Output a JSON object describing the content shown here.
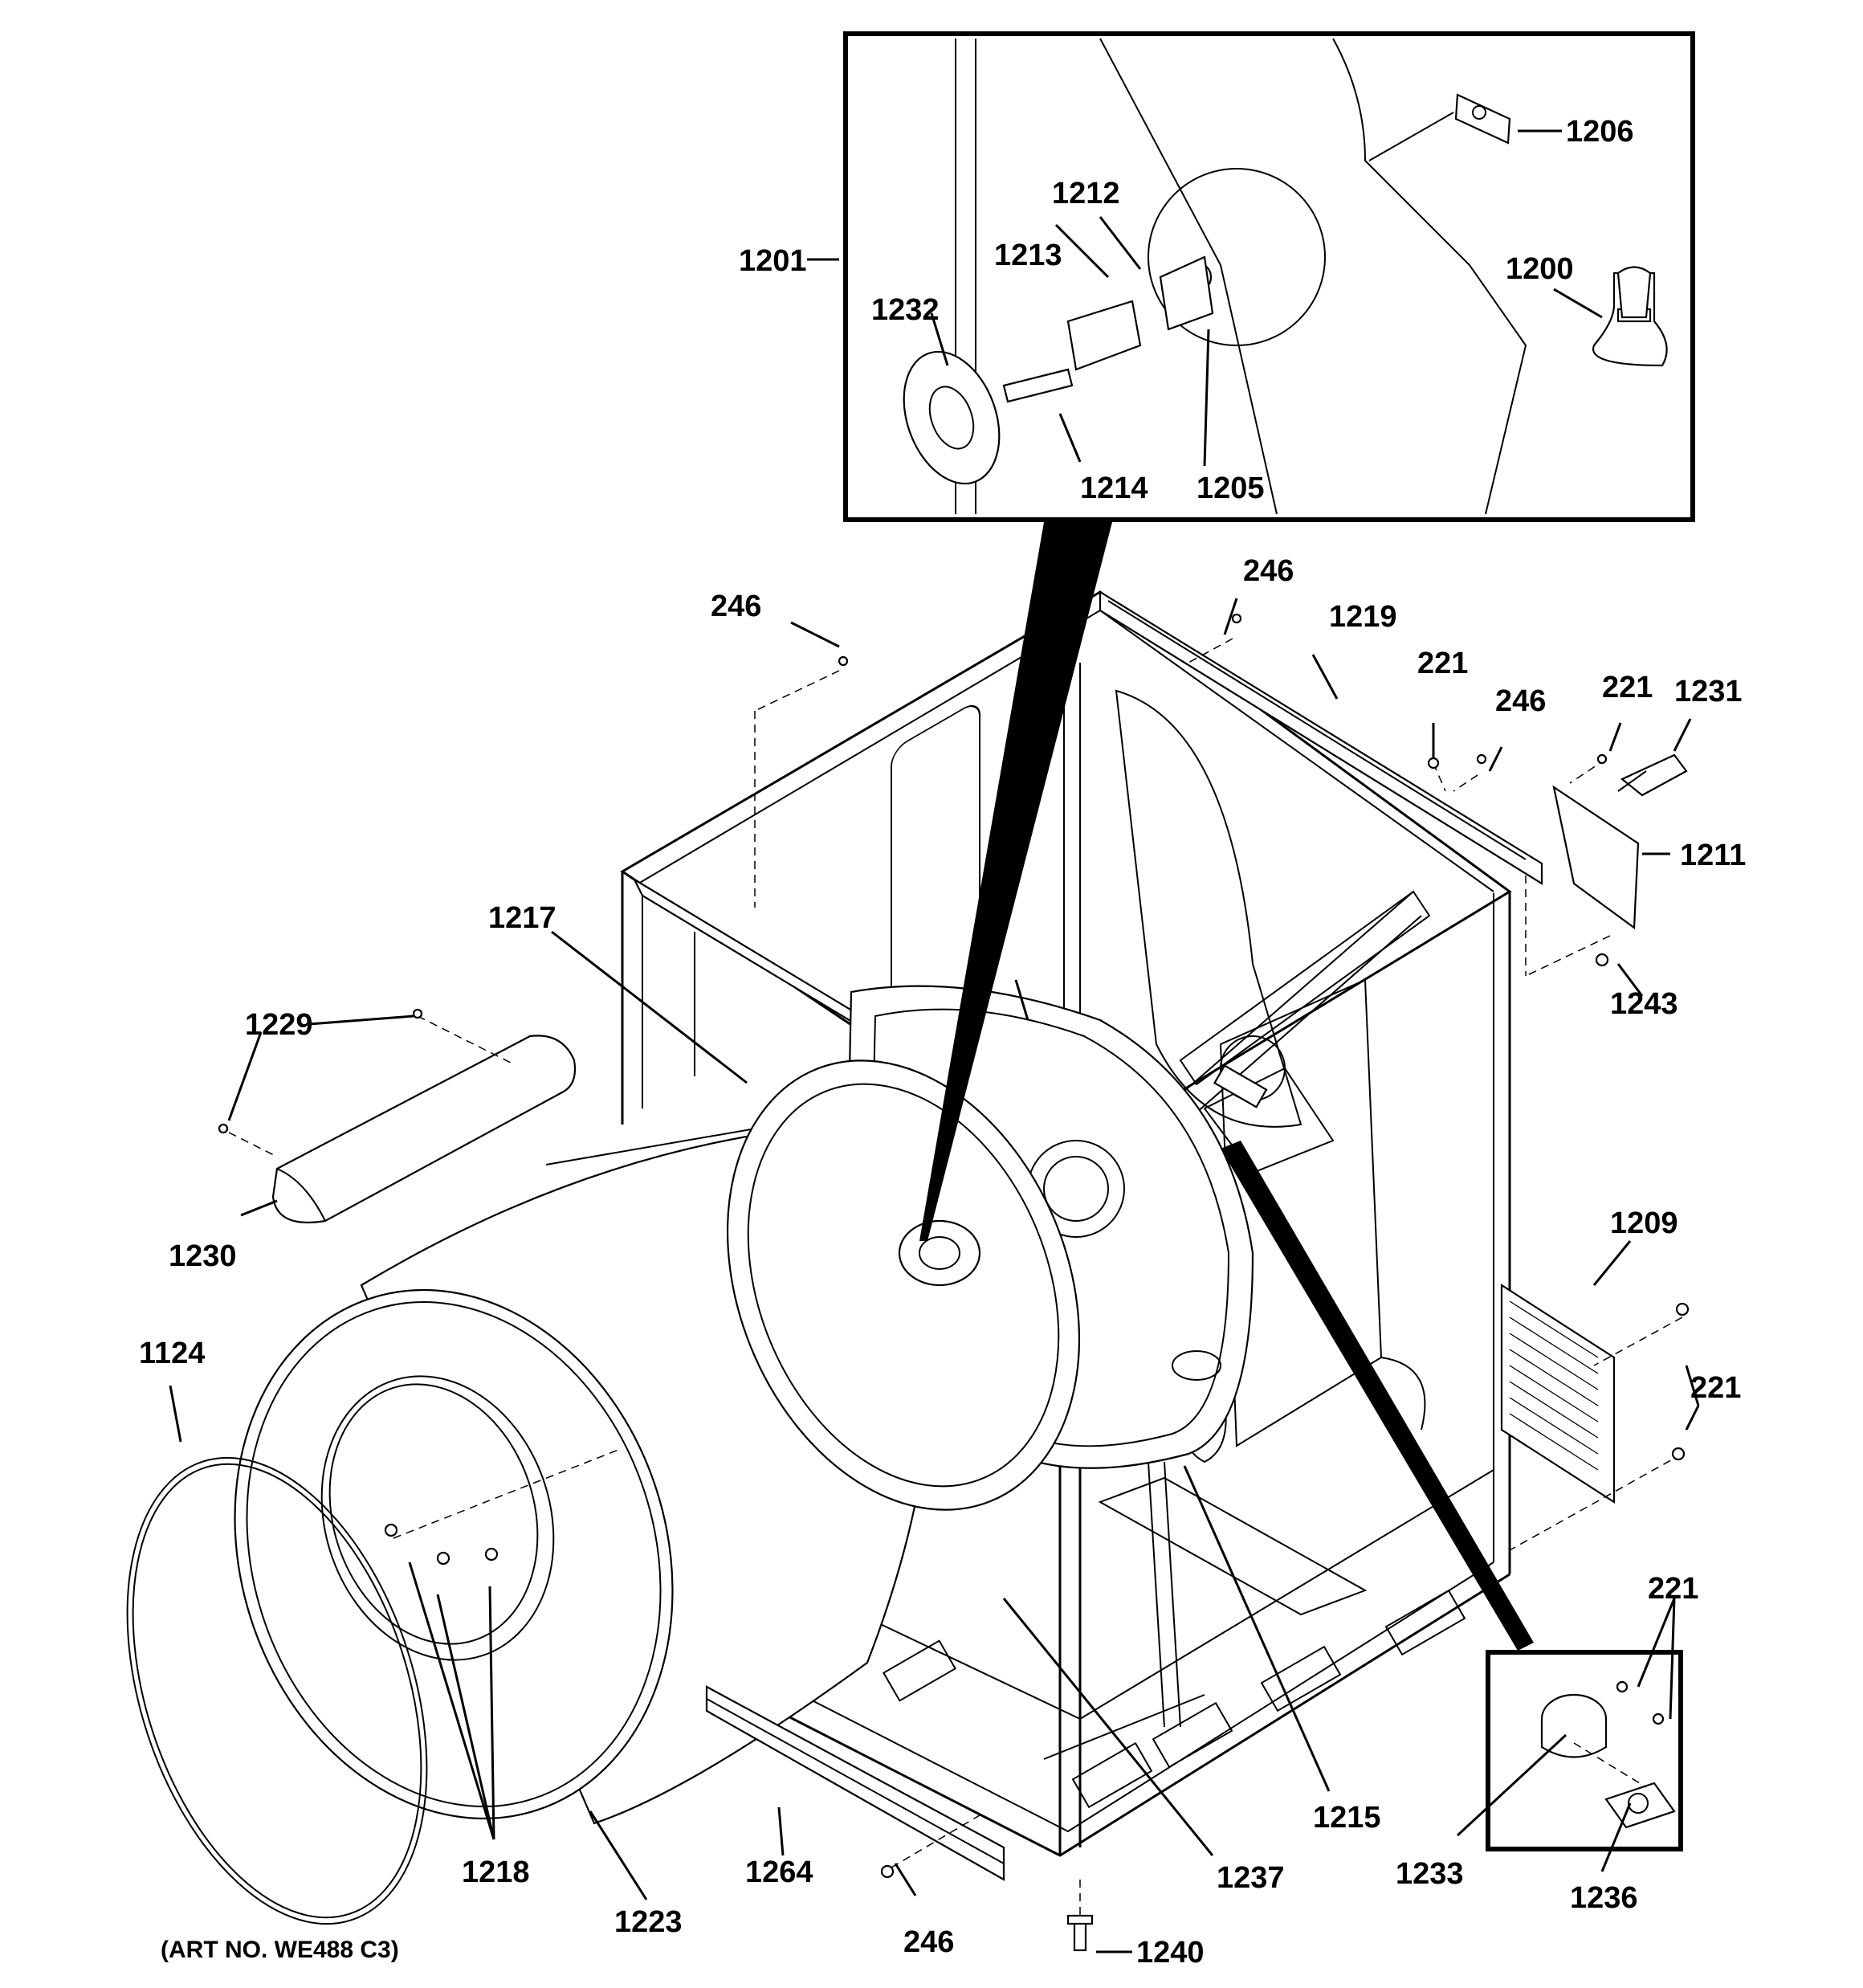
{
  "art_number": "(ART NO. WE488 C3)",
  "callouts": {
    "c1206": "1206",
    "c1212": "1212",
    "c1201": "1201",
    "c1213": "1213",
    "c1200": "1200",
    "c1232": "1232",
    "c1214": "1214",
    "c1205": "1205",
    "c246_top_right": "246",
    "c246_top_left": "246",
    "c1219": "1219",
    "c221_top": "221",
    "c246_mid_right": "246",
    "c221_bracket": "221",
    "c1231": "1231",
    "c1211": "1211",
    "c1217": "1217",
    "c1243": "1243",
    "c1229": "1229",
    "c1230": "1230",
    "c1209": "1209",
    "c1124": "1124",
    "c221_right": "221",
    "c221_inset": "221",
    "c1218": "1218",
    "c1264": "1264",
    "c1223": "1223",
    "c1237": "1237",
    "c1215": "1215",
    "c1233": "1233",
    "c1236": "1236",
    "c246_bottom": "246",
    "c1240": "1240"
  }
}
